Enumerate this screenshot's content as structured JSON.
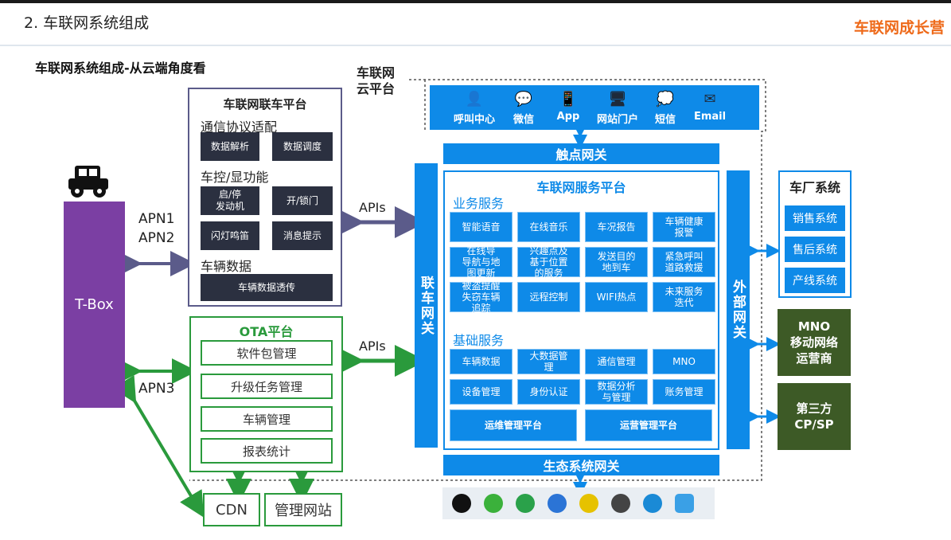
{
  "header": {
    "title": "2. 车联网系统组成",
    "brand": "车联网成长营"
  },
  "subtitle": "车联网系统组成-从云端角度看",
  "cloud_label": [
    "车联网",
    "云平台"
  ],
  "tbox": {
    "label": "T-Box"
  },
  "apn": {
    "apn1": "APN1",
    "apn2": "APN2",
    "apn3": "APN3"
  },
  "apis": {
    "top": "APIs",
    "bottom": "APIs"
  },
  "vehicle_platform": {
    "title": "车联网联车平台",
    "sec1": "通信协议适配",
    "sec1_items": [
      "数据解析",
      "数据调度"
    ],
    "sec2": "车控/显功能",
    "sec2_items": [
      "启/停\n发动机",
      "开/锁门",
      "闪灯鸣笛",
      "消息提示"
    ],
    "sec3": "车辆数据",
    "sec3_item": "车辆数据透传"
  },
  "ota": {
    "title": "OTA平台",
    "items": [
      "软件包管理",
      "升级任务管理",
      "车辆管理",
      "报表统计"
    ]
  },
  "bottom_left": {
    "cdn": "CDN",
    "admin": "管理网站"
  },
  "touch": {
    "items": [
      {
        "icon": "person-icon",
        "glyph": "👤",
        "label": "呼叫中心"
      },
      {
        "icon": "chat-icon",
        "glyph": "💬",
        "label": "微信"
      },
      {
        "icon": "phone-icon",
        "glyph": "📱",
        "label": "App"
      },
      {
        "icon": "monitor-icon",
        "glyph": "🖥",
        "label": "网站门户"
      },
      {
        "icon": "sms-icon",
        "glyph": "💭",
        "label": "短信"
      },
      {
        "icon": "mail-icon",
        "glyph": "✉",
        "label": "Email"
      }
    ],
    "gateway": "触点网关"
  },
  "left_gateway": "联车网关",
  "right_gateway": "外部网关",
  "service_platform": {
    "title": "车联网服务平台",
    "biz_title": "业务服务",
    "biz_items": [
      "智能语音",
      "在线音乐",
      "车况报告",
      "车辆健康\n报警",
      "在线导\n导航与地\n图更新",
      "兴趣点及\n基于位置\n的服务",
      "发送目的\n地到车",
      "紧急呼叫\n道路救援",
      "被盗提醒\n失窃车辆\n追踪",
      "远程控制",
      "WIFI热点",
      "未来服务\n迭代"
    ],
    "base_title": "基础服务",
    "base_items": [
      "车辆数据",
      "大数据管\n理",
      "通信管理",
      "MNO",
      "设备管理",
      "身份认证",
      "数据分析\n与管理",
      "账务管理"
    ],
    "ops_items": [
      "运维管理平台",
      "运营管理平台"
    ]
  },
  "eco_gateway": "生态系统网关",
  "eco_icons": [
    "qq-icon",
    "wechat-icon",
    "wechat-pay-icon",
    "app-d-icon",
    "music-icon",
    "game-icon",
    "qq-music-icon",
    "app-w-icon"
  ],
  "oem": {
    "title": "车厂系统",
    "items": [
      "销售系统",
      "售后系统",
      "产线系统"
    ]
  },
  "mno": "MNO\n移动网络\n运营商",
  "third_party": "第三方\nCP/SP",
  "colors": {
    "blue": "#0e8ae8",
    "purple": "#7b3fa3",
    "green": "#2a9a3c",
    "dark_green": "#3d5a26",
    "orange": "#ee6a1a",
    "dark_box": "#2b3040"
  }
}
